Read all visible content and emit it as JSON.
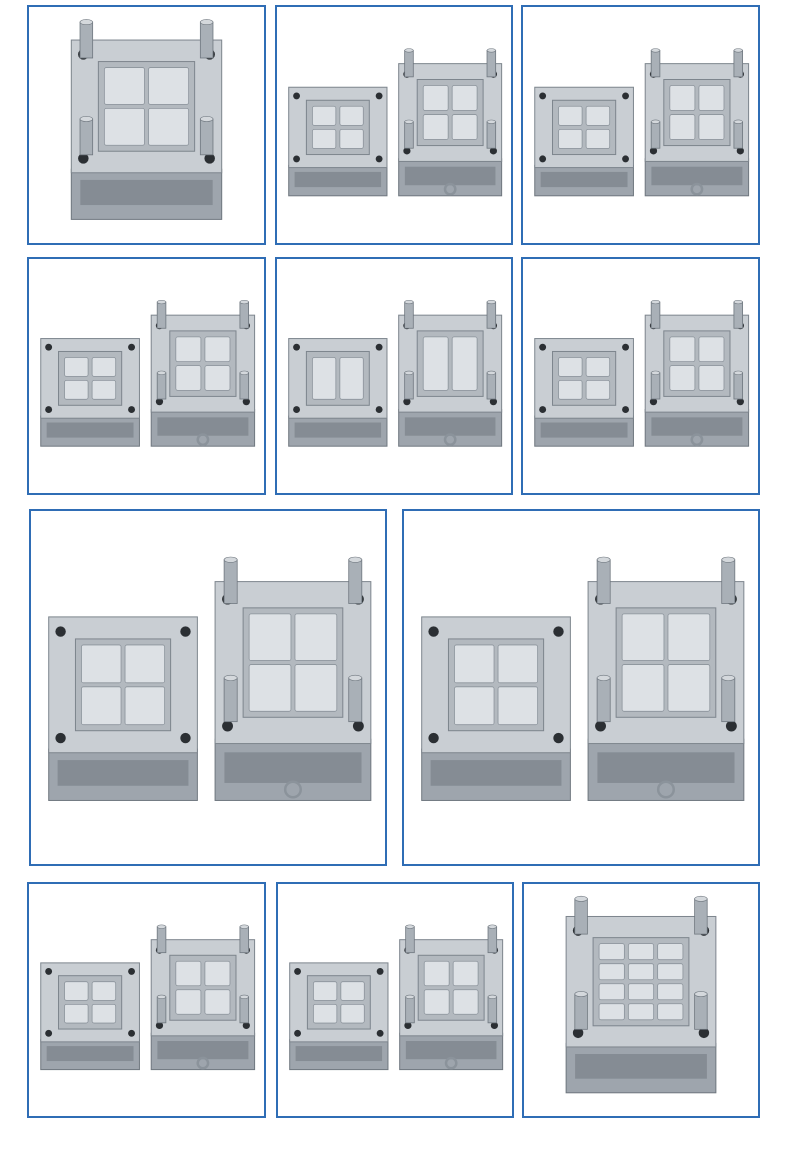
{
  "gallery": {
    "accent_color": "#2f6db5",
    "tiles": [
      {
        "subject": "single-mold-with-guide-pillars",
        "layout": "single"
      },
      {
        "subject": "open-mold-pair",
        "layout": "pair"
      },
      {
        "subject": "open-mold-pair",
        "layout": "pair"
      },
      {
        "subject": "open-mold-pair-four-cavity",
        "layout": "pair"
      },
      {
        "subject": "open-mold-pair-long-cavity",
        "layout": "pair"
      },
      {
        "subject": "open-mold-pair",
        "layout": "pair"
      },
      {
        "subject": "open-mold-pair",
        "layout": "pair"
      },
      {
        "subject": "open-mold-pair",
        "layout": "pair"
      },
      {
        "subject": "open-mold-pair",
        "layout": "pair"
      },
      {
        "subject": "open-mold-pair",
        "layout": "pair"
      },
      {
        "subject": "single-mold-multi-cavity",
        "layout": "single"
      }
    ]
  }
}
